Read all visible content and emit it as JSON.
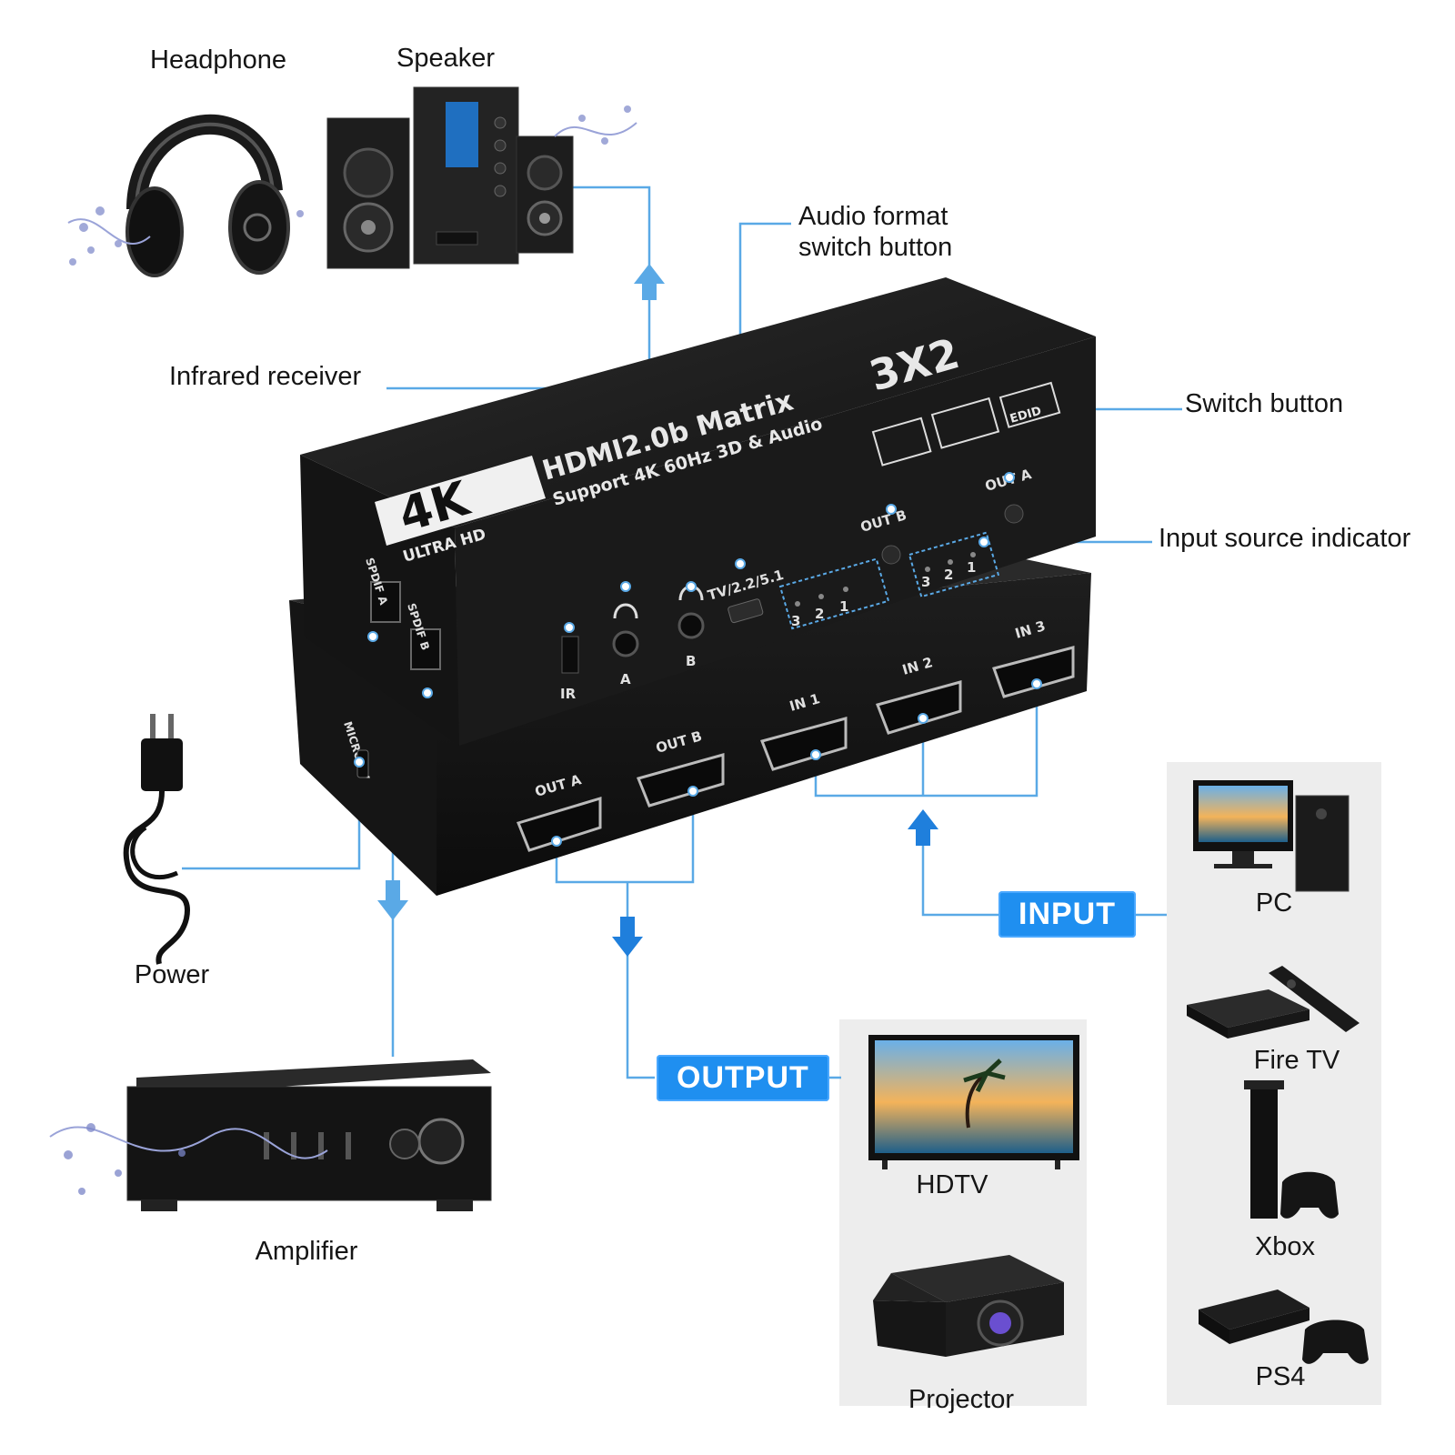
{
  "labels": {
    "headphone": "Headphone",
    "speaker": "Speaker",
    "audio_format_line1": "Audio format",
    "audio_format_line2": "switch button",
    "infrared_receiver": "Infrared receiver",
    "switch_button": "Switch button",
    "input_source_indicator": "Input source indicator",
    "power": "Power",
    "amplifier": "Amplifier",
    "pc": "PC",
    "fire_tv": "Fire TV",
    "xbox": "Xbox",
    "ps4": "PS4",
    "hdtv": "HDTV",
    "projector": "Projector"
  },
  "badges": {
    "input": "INPUT",
    "output": "OUTPUT"
  },
  "device": {
    "logo_4k": "4K",
    "ultra_hd": "ULTRA HD",
    "title": "HDMI2.0b Matrix",
    "subtitle": "Support 4K 60Hz 3D & Audio",
    "model": "3X2",
    "edid": "EDID",
    "out_a_top": "OUT A",
    "out_b_top": "OUT B",
    "tv_mode": "TV/2.2/5.1",
    "ir": "IR",
    "jack_a": "A",
    "jack_b": "B",
    "spdif_a": "SPDIF A",
    "spdif_b": "SPDIF B",
    "micro_5v": "MICRO 5V",
    "led_labels_b": [
      "3",
      "2",
      "1"
    ],
    "led_labels_a": [
      "3",
      "2",
      "1"
    ],
    "port_out_a": "OUT A",
    "port_out_b": "OUT B",
    "port_in_1": "IN 1",
    "port_in_2": "IN 2",
    "port_in_3": "IN 3"
  },
  "colors": {
    "accent": "#1f8ff0",
    "connector_line": "#5aa9e6",
    "device_body": "#1c1c1c",
    "panel_bg": "#ededed"
  }
}
